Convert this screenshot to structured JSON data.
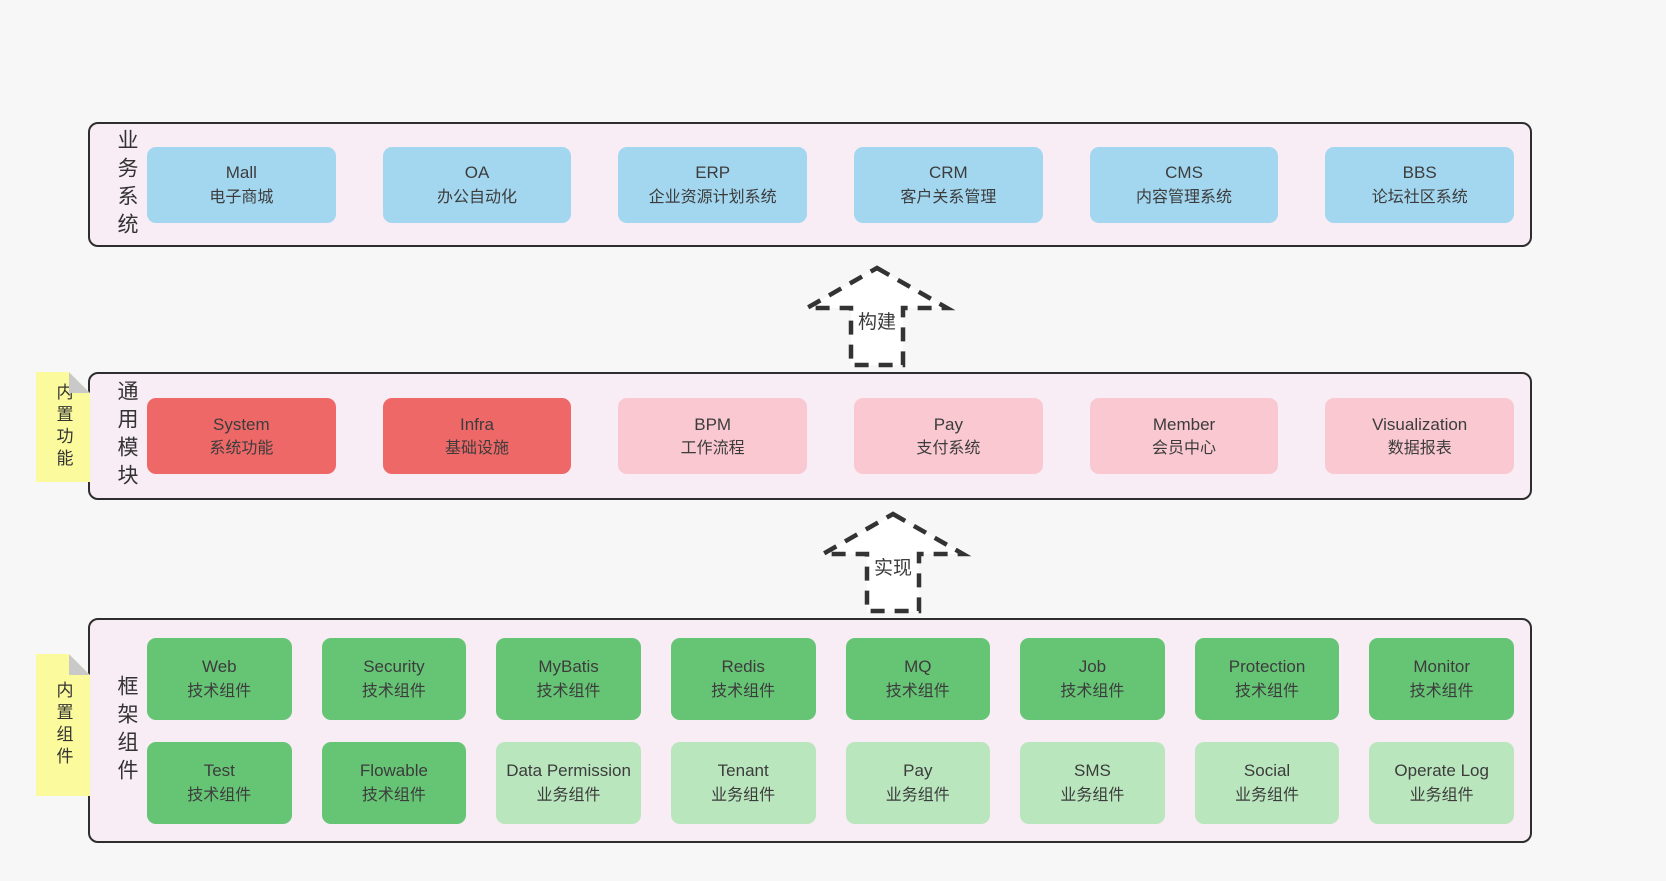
{
  "colors": {
    "page_bg": "#f7f7f7",
    "panel_bg": "#f8ecf5",
    "panel_border": "#2e2e2e",
    "business_box": "#a3d7f0",
    "core_module_box": "#ef6868",
    "optional_module_box": "#f9c8d0",
    "tech_component_box": "#66c575",
    "biz_component_box": "#b9e6bd",
    "sticky_tab": "#fbfb9e",
    "fold_corner": "#c9c9c9",
    "text": "#3c3c3c"
  },
  "arrows": {
    "build": "构建",
    "implement": "实现"
  },
  "layers": {
    "business": {
      "label": "业务系统",
      "boxes": [
        {
          "name": "Mall",
          "desc": "电子商城"
        },
        {
          "name": "OA",
          "desc": "办公自动化"
        },
        {
          "name": "ERP",
          "desc": "企业资源计划系统"
        },
        {
          "name": "CRM",
          "desc": "客户关系管理"
        },
        {
          "name": "CMS",
          "desc": "内容管理系统"
        },
        {
          "name": "BBS",
          "desc": "论坛社区系统"
        }
      ]
    },
    "modules": {
      "label": "通用模块",
      "tab": "内置功能",
      "boxes": [
        {
          "name": "System",
          "desc": "系统功能"
        },
        {
          "name": "Infra",
          "desc": "基础设施"
        },
        {
          "name": "BPM",
          "desc": "工作流程"
        },
        {
          "name": "Pay",
          "desc": "支付系统"
        },
        {
          "name": "Member",
          "desc": "会员中心"
        },
        {
          "name": "Visualization",
          "desc": "数据报表"
        }
      ]
    },
    "components": {
      "label": "框架组件",
      "tab": "内置组件",
      "row1": [
        {
          "name": "Web",
          "desc": "技术组件"
        },
        {
          "name": "Security",
          "desc": "技术组件"
        },
        {
          "name": "MyBatis",
          "desc": "技术组件"
        },
        {
          "name": "Redis",
          "desc": "技术组件"
        },
        {
          "name": "MQ",
          "desc": "技术组件"
        },
        {
          "name": "Job",
          "desc": "技术组件"
        },
        {
          "name": "Protection",
          "desc": "技术组件"
        },
        {
          "name": "Monitor",
          "desc": "技术组件"
        }
      ],
      "row2": [
        {
          "name": "Test",
          "desc": "技术组件"
        },
        {
          "name": "Flowable",
          "desc": "技术组件"
        },
        {
          "name": "Data Permission",
          "desc": "业务组件"
        },
        {
          "name": "Tenant",
          "desc": "业务组件"
        },
        {
          "name": "Pay",
          "desc": "业务组件"
        },
        {
          "name": "SMS",
          "desc": "业务组件"
        },
        {
          "name": "Social",
          "desc": "业务组件"
        },
        {
          "name": "Operate Log",
          "desc": "业务组件"
        }
      ]
    }
  }
}
